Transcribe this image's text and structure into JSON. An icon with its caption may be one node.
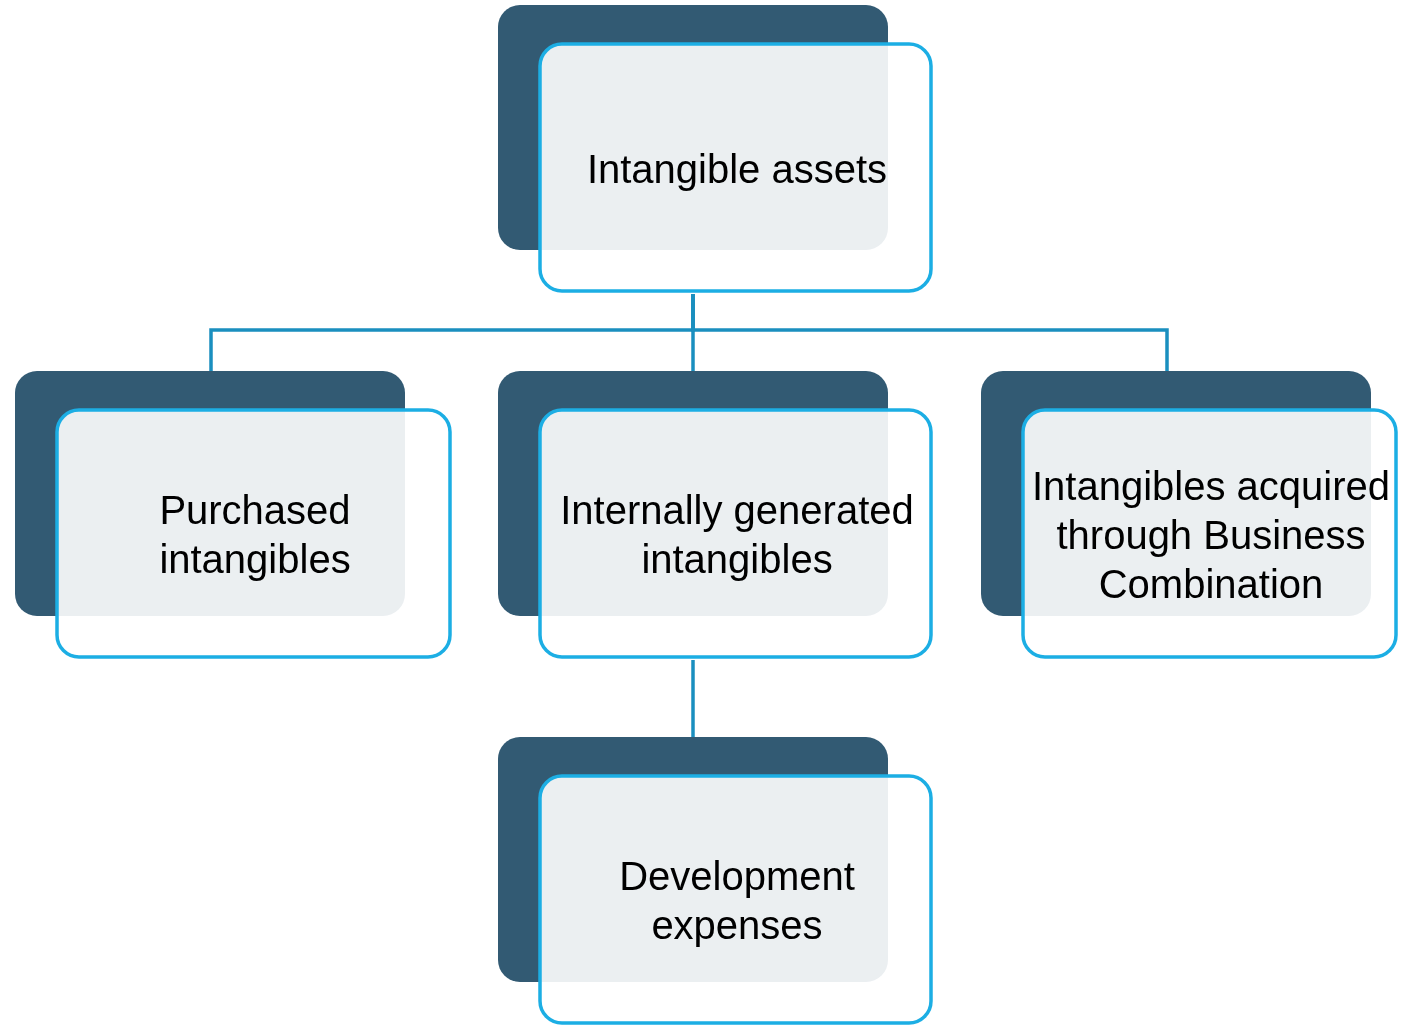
{
  "diagram": {
    "nodes": [
      {
        "text": [
          "Intangible assets"
        ]
      },
      {
        "text": [
          "Purchased intangibles"
        ]
      },
      {
        "text": [
          "Internally generated intangibles"
        ]
      },
      {
        "text": [
          "Intangibles acquired through Business Combination"
        ]
      },
      {
        "text": [
          "Development expenses"
        ]
      }
    ],
    "edges": [
      {
        "from": 0,
        "to": 1,
        "arrow": "none"
      },
      {
        "from": 0,
        "to": 2,
        "arrow": "none"
      },
      {
        "from": 0,
        "to": 3,
        "arrow": "none"
      },
      {
        "from": 2,
        "to": 4,
        "arrow": "none"
      }
    ]
  }
}
